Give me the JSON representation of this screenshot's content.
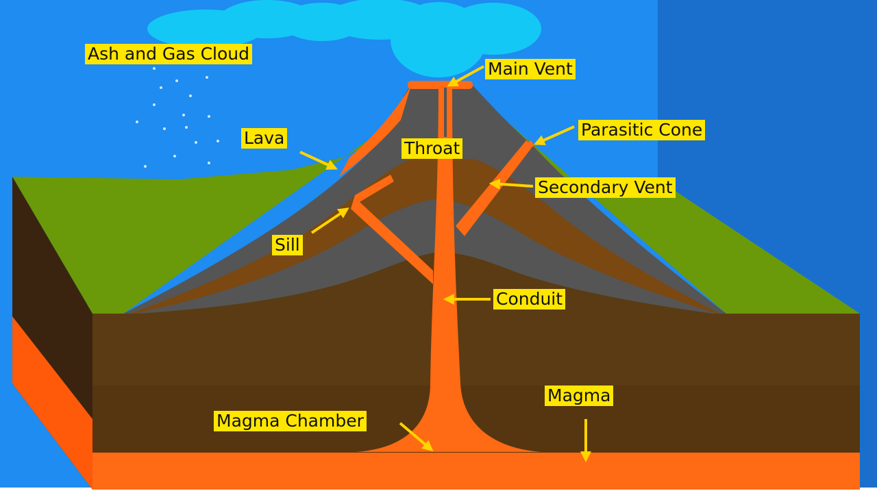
{
  "colors": {
    "sky": "#1e8cf0",
    "sky_dark": "#1560b0",
    "cloud": "#14c8f5",
    "grass": "#6a9a0a",
    "ground_brown": "#553610",
    "ground_brown_dark": "#3a2410",
    "volcano_gray": "#555555",
    "magma": "#ff6a14",
    "label_bg": "#ffe600",
    "arrow": "#ffd400"
  },
  "labels": {
    "ash_cloud": "Ash and Gas Cloud",
    "main_vent": "Main Vent",
    "lava": "Lava",
    "throat": "Throat",
    "parasitic_cone": "Parasitic Cone",
    "secondary_vent": "Secondary Vent",
    "sill": "Sill",
    "conduit": "Conduit",
    "magma": "Magma",
    "magma_chamber": "Magma Chamber"
  }
}
